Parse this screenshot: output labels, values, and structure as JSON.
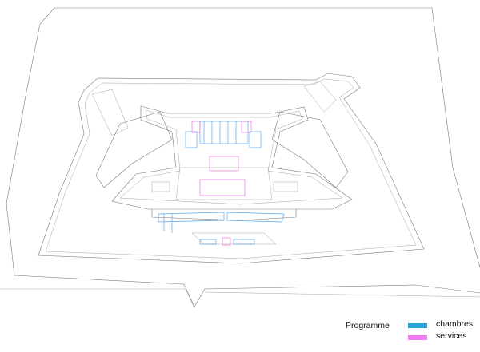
{
  "legend": {
    "title": "Programme",
    "items": [
      {
        "label": "chambres",
        "color": "#29a3dd"
      },
      {
        "label": "services",
        "color": "#f27bf2"
      }
    ]
  },
  "colors": {
    "outline": "#7a7a7a",
    "chambres_plan": "#5aa6e8",
    "services_plan": "#ee6fe6",
    "background": "#ffffff"
  }
}
